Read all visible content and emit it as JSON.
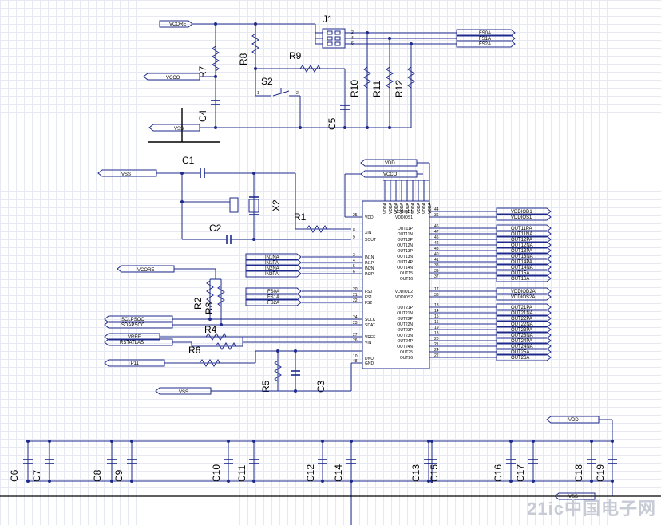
{
  "nets": {
    "vcore": "VCORE",
    "vcco": "VCCO",
    "vss": "VSS",
    "vdd": "VDD",
    "vcco2": "VCCO",
    "fs0a": "FS0A",
    "fs1a": "FS1A",
    "fs2a": "FS2A",
    "in1na": "IN1NA",
    "in1pa": "IN1PA",
    "in2na": "IN2NA",
    "in2pa": "IN2PA",
    "sclpsoc": "SCLPSOC",
    "sdapsoc": "SDAPSOC",
    "vref": "VREF",
    "rstatlas": "RSTATLAS",
    "tp11": "TP11"
  },
  "components": {
    "j1": "J1",
    "r7": "R7",
    "r8": "R8",
    "r9": "R9",
    "s2": "S2",
    "r10": "R10",
    "r11": "R11",
    "r12": "R12",
    "c4": "C4",
    "c5": "C5",
    "c1": "C1",
    "x2": "X2",
    "r1": "R1",
    "c2": "C2",
    "r2": "R2",
    "r3": "R3",
    "r4": "R4",
    "r6": "R6",
    "r5": "R5",
    "c3": "C3",
    "c6": "C6",
    "c7": "C7",
    "c8": "C8",
    "c9": "C9",
    "c10": "C10",
    "c11": "C11",
    "c12": "C12",
    "c14": "C14",
    "c13": "C13",
    "c15": "C15",
    "c16": "C16",
    "c17": "C17",
    "c18": "C18",
    "c19": "C19"
  },
  "ic_left_pins": [
    {
      "num": "25",
      "name": "VDD"
    },
    {
      "num": "8",
      "name": "XIN"
    },
    {
      "num": "9",
      "name": "XOUT"
    },
    {
      "num": "3",
      "name": "IN1N"
    },
    {
      "num": "4",
      "name": "IN1P"
    },
    {
      "num": "5",
      "name": "IN2N"
    },
    {
      "num": "6",
      "name": "IN2P"
    },
    {
      "num": "20",
      "name": "FS0"
    },
    {
      "num": "21",
      "name": "FS1"
    },
    {
      "num": "22",
      "name": "FS2"
    },
    {
      "num": "24",
      "name": "SCLK"
    },
    {
      "num": "23",
      "name": "SDAT"
    },
    {
      "num": "27",
      "name": "VREF"
    },
    {
      "num": "26",
      "name": "VIN"
    },
    {
      "num": "10",
      "name": "DNU"
    },
    {
      "num": "48",
      "name": "GND"
    }
  ],
  "ic_right_pins": [
    {
      "num": "44",
      "name": "VDDIOD1"
    },
    {
      "num": "36",
      "name": "VDDIOS1"
    },
    {
      "num": "46",
      "name": "OUT11P"
    },
    {
      "num": "47",
      "name": "OUT11N"
    },
    {
      "num": "45",
      "name": "OUT12P"
    },
    {
      "num": "42",
      "name": "OUT12N"
    },
    {
      "num": "43",
      "name": "OUT13P"
    },
    {
      "num": "40",
      "name": "OUT13N"
    },
    {
      "num": "41",
      "name": "OUT14P"
    },
    {
      "num": "38",
      "name": "OUT14N"
    },
    {
      "num": "39",
      "name": "OUT15"
    },
    {
      "num": "37",
      "name": "OUT16"
    },
    {
      "num": "17",
      "name": "VDDIOD2"
    },
    {
      "num": "33",
      "name": "VDDIOS2"
    },
    {
      "num": "13",
      "name": "OUT21P"
    },
    {
      "num": "14",
      "name": "OUT21N"
    },
    {
      "num": "15",
      "name": "OUT22P"
    },
    {
      "num": "16",
      "name": "OUT22N"
    },
    {
      "num": "19",
      "name": "OUT23P"
    },
    {
      "num": "18",
      "name": "OUT23N"
    },
    {
      "num": "20",
      "name": "OUT24P"
    },
    {
      "num": "21",
      "name": "OUT24N"
    },
    {
      "num": "24",
      "name": "OUT25"
    },
    {
      "num": "22",
      "name": "OUT26"
    }
  ],
  "ic_top_pins": [
    "VDDA",
    "VDDA",
    "VDDA",
    "VDDA",
    "VDDA",
    "VDDA",
    "VDDA",
    "VDDA",
    "VDDA"
  ],
  "out_nets": [
    "VDDIOD1",
    "VDDIOS1",
    "OUT11PA",
    "OUT11NA",
    "OUT12PA",
    "OUT12NA",
    "OUT13PA",
    "OUT13NA",
    "OUT14PA",
    "OUT14NA",
    "OUT15A",
    "OUT16A",
    "VDDIOD2A",
    "VDDIOS2A",
    "OUT21PA",
    "OUT21NA",
    "OUT22PA",
    "OUT22NA",
    "OUT23PA",
    "OUT23NA",
    "OUT24PA",
    "OUT24NA",
    "OUT25A",
    "OUT26A"
  ],
  "watermark": "21ic中国电子网"
}
